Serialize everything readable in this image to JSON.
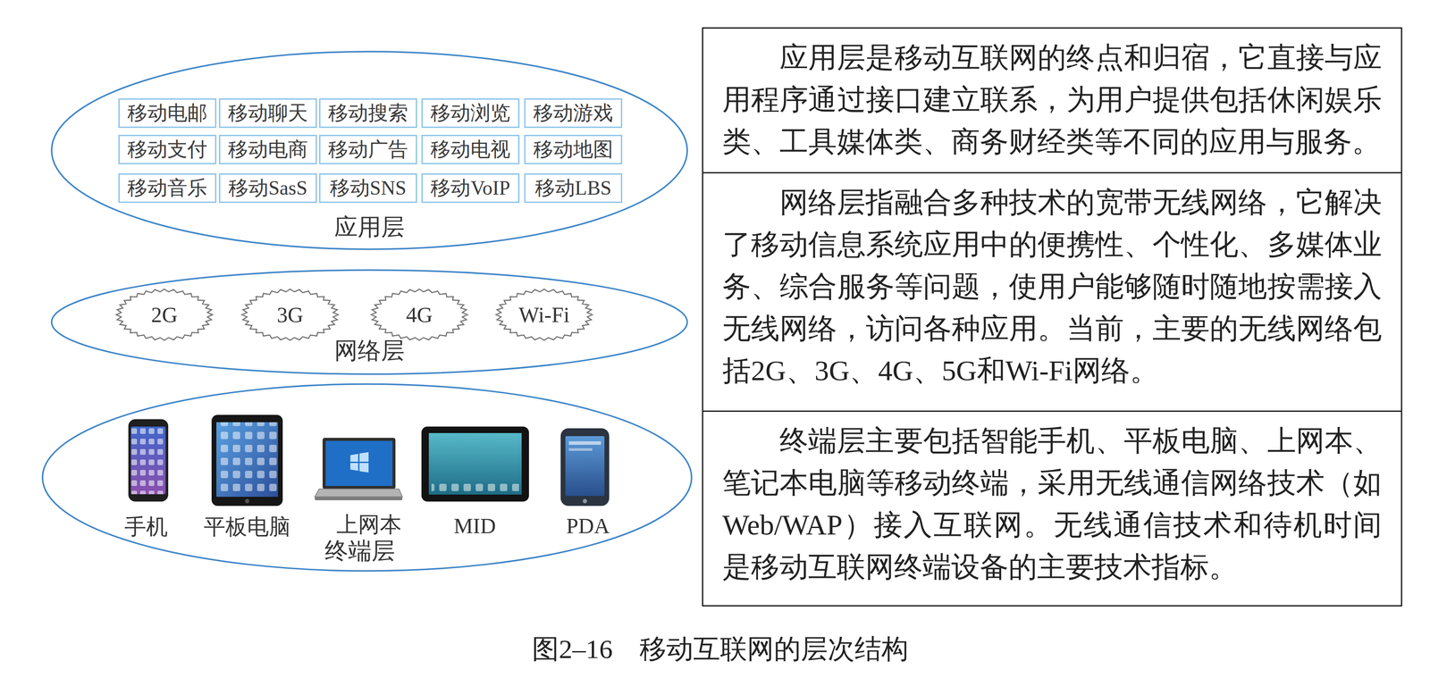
{
  "diagram": {
    "caption": "图2–16　移动互联网的层次结构",
    "nodes": [
      {
        "text": [
          "应用层"
        ]
      },
      {
        "text": [
          "移动电邮"
        ],
        "in": 0
      },
      {
        "text": [
          "移动聊天"
        ],
        "in": 0
      },
      {
        "text": [
          "移动搜索"
        ],
        "in": 0
      },
      {
        "text": [
          "移动浏览"
        ],
        "in": 0
      },
      {
        "text": [
          "移动游戏"
        ],
        "in": 0
      },
      {
        "text": [
          "移动支付"
        ],
        "in": 0
      },
      {
        "text": [
          "移动电商"
        ],
        "in": 0
      },
      {
        "text": [
          "移动广告"
        ],
        "in": 0
      },
      {
        "text": [
          "移动电视"
        ],
        "in": 0
      },
      {
        "text": [
          "移动地图"
        ],
        "in": 0
      },
      {
        "text": [
          "移动音乐"
        ],
        "in": 0
      },
      {
        "text": [
          "移动SasS"
        ],
        "in": 0
      },
      {
        "text": [
          "移动SNS"
        ],
        "in": 0
      },
      {
        "text": [
          "移动VoIP"
        ],
        "in": 0
      },
      {
        "text": [
          "移动LBS"
        ],
        "in": 0
      },
      {
        "text": [
          "网络层"
        ]
      },
      {
        "text": [
          "2G"
        ],
        "in": 16
      },
      {
        "text": [
          "3G"
        ],
        "in": 16
      },
      {
        "text": [
          "4G"
        ],
        "in": 16
      },
      {
        "text": [
          "Wi-Fi"
        ],
        "in": 16
      },
      {
        "text": [
          "终端层"
        ]
      },
      {
        "text": [
          "应用层是移动互联网的终点和归宿，它直接与应用程序通过接口建立联系，为用户提供包括休闲娱乐类、工具媒体类、商务财经类等不同的应用与服务。"
        ]
      },
      {
        "text": [
          "网络层指融合多种技术的宽带无线网络，它解决了移动信息系统应用中的便携性、个性化、多媒体业务、综合服务等问题，使用户能够随时随地按需接入无线网络，访问各种应用。当前，主要的无线网络包括2G、3G、4G、5G和Wi-Fi网络。"
        ]
      },
      {
        "text": [
          "终端层主要包括智能手机、平板电脑、上网本、笔记本电脑等移动终端，采用无线通信网络技术（如Web/WAP）接入互联网。无线通信技术和待机时间是移动互联网终端设备的主要技术指标。"
        ]
      }
    ],
    "labels": [
      "手机",
      "平板电脑",
      "上网本",
      "MID",
      "PDA"
    ]
  }
}
